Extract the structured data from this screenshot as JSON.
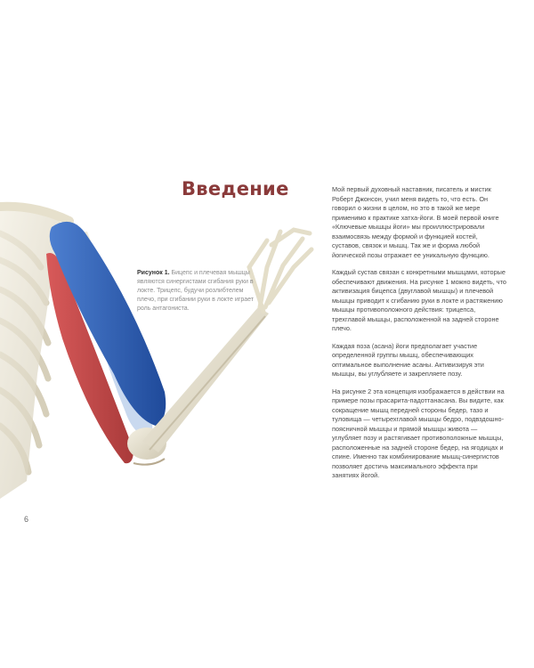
{
  "header": {
    "title": "Введение"
  },
  "figure": {
    "caption_label": "Рисунок 1.",
    "caption_text": "Бицепс и плечевая мышцы являются синергистами сгибания руки в локте. Трицепс, будучи розлибтелем плечо, при сгибании руки в локте играет роль антагониста.",
    "colors": {
      "biceps": "#2f5fb3",
      "brachialis": "#c9d9ef",
      "triceps": "#c94a4a",
      "bone": "#ece7d6"
    }
  },
  "body": {
    "paragraphs": [
      "Мой первый духовный наставник, писатель и мистик Роберт Джонсон, учил меня видеть то, что есть. Он говорил о жизни в целом, но это в такой же мере применимо к практике хатха-йоги. В моей первой книге «Ключевые мышцы йоги» мы проиллюстрировали взаимосвязь между формой и функцией костей, суставов, связок и мышц. Так же и форма любой йогической позы отражает ее уникальную функцию.",
      "Каждый сустав связан с конкретными мышцами, которые обеспечивают движения. На рисунке 1 можно видеть, что активизация бицепса (двуглавой мышцы) и плечевой мышцы приводит к сгибанию руки в локте и растяжению мышцы противоположного действия: трицепса, трехглавой мышцы, расположенной на задней стороне плечо.",
      "Каждая поза (асана) йоги предполагает участие определенной группы мышц, обеспечивающих оптимальное выполнение асаны. Активизируя эти мышцы, вы углубляете и закрепляете позу.",
      "На рисунке 2 эта концепция изображается в действии на примере позы прасарита-падоттанасана. Вы видите, как сокращение мышц передней стороны бедер, тазо и туловища — четырехглавой мышцы бедро, подвздошно-поясничной мышцы и прямой мышцы живота — углубляет позу и растягивает противоположные мышцы, расположенные на задней стороне бедер, на ягодицах и спине. Именно так комбинирование мышц-синергистов позволяет достичь максимального эффекта при занятиях йогой."
    ]
  },
  "footer": {
    "page_number": "6"
  }
}
